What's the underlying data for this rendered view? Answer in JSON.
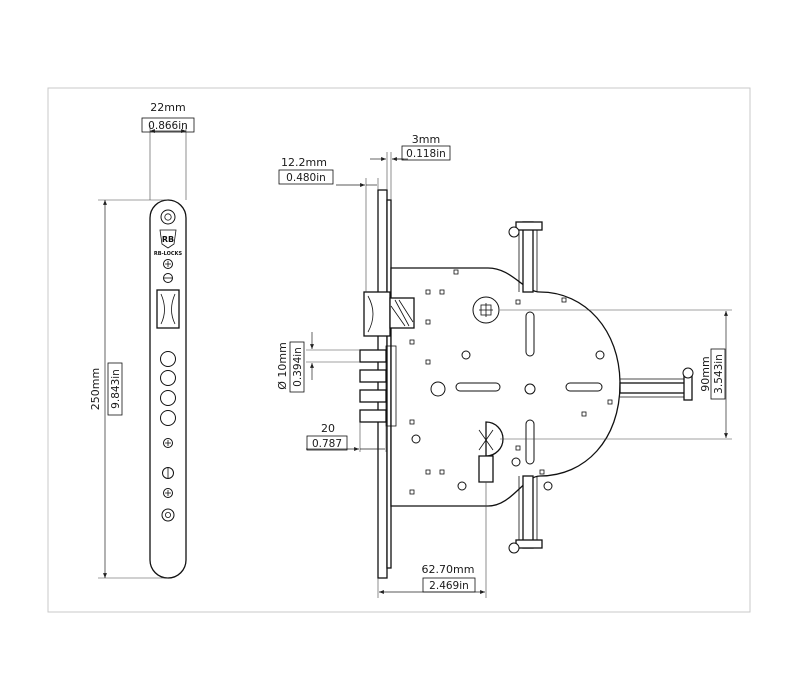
{
  "diagram": {
    "brand": {
      "logo_text": "RB",
      "name": "RB-LOCKS"
    },
    "faceplate": {
      "width_mm": "22mm",
      "width_in": "0.866in",
      "length_mm": "250mm",
      "length_in": "9.843in"
    },
    "lock_body": {
      "faceplate_thickness_mm": "3mm",
      "faceplate_thickness_in": "0.118in",
      "plate_offset_mm": "12.2mm",
      "plate_offset_in": "0.480in",
      "bolt_diameter_mm": "Ø 10mm",
      "bolt_diameter_in": "0.394in",
      "bolt_projection_mm": "20",
      "bolt_projection_in": "0.787",
      "backset_mm": "62.70mm",
      "backset_in": "2.469in",
      "center_distance_mm": "90mm",
      "center_distance_in": "3.543in"
    }
  }
}
